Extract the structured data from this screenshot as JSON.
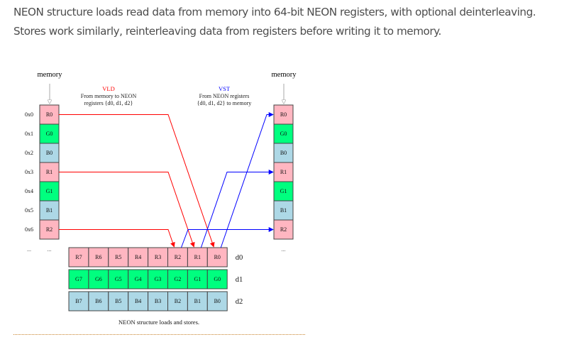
{
  "intro": {
    "line1": "NEON structure loads read data from memory into 64-bit NEON registers, with optional deinterleaving.",
    "line2": "Stores work similarly, reinterleaving data from registers before writing it to memory."
  },
  "figure": {
    "caption": "NEON structure loads and stores.",
    "left_memory_label": "memory",
    "right_memory_label": "memory",
    "vld": {
      "title": "VLD",
      "desc_line1": "From memory to NEON",
      "desc_line2": "registers {d0, d1, d2}",
      "color": "#ff0000"
    },
    "vst": {
      "title": "VST",
      "desc_line1": "From NEON registers",
      "desc_line2": "{d0, d1, d2} to memory",
      "color": "#0000ff"
    },
    "addresses": [
      "0x0",
      "0x1",
      "0x2",
      "0x3",
      "0x4",
      "0x5",
      "0x6"
    ],
    "memory_cells": [
      "R0",
      "G0",
      "B0",
      "R1",
      "G1",
      "B1",
      "R2"
    ],
    "ellipsis": "...",
    "registers": [
      {
        "name": "d0",
        "cells": [
          "R7",
          "R6",
          "R5",
          "R4",
          "R3",
          "R2",
          "R1",
          "R0"
        ],
        "color": "#ffb6c1"
      },
      {
        "name": "d1",
        "cells": [
          "G7",
          "G6",
          "G5",
          "G4",
          "G3",
          "G2",
          "G1",
          "G0"
        ],
        "color": "#00ff7f"
      },
      {
        "name": "d2",
        "cells": [
          "B7",
          "B6",
          "B5",
          "B4",
          "B3",
          "B2",
          "B1",
          "B0"
        ],
        "color": "#add8e6"
      }
    ],
    "colors": {
      "R": "#ffb6c1",
      "G": "#00ff7f",
      "B": "#add8e6",
      "load_arrow": "#ff0000",
      "store_arrow": "#0000ff"
    }
  }
}
